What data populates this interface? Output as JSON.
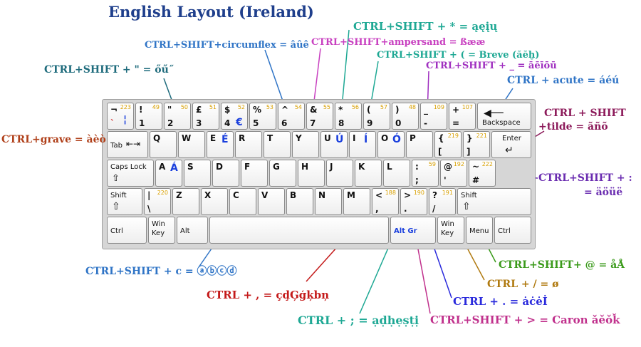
{
  "title": "English Layout (Ireland)",
  "annotations": {
    "star": "CTRL+SHIFT + * = ąęįų",
    "circumflex": "CTRL+SHIFT+circumflex = âûê",
    "ampersand": "CTRL+SHIFT+ampersand = ßææ",
    "breve": "CTRL+SHIFT + ( = Breve (ăĕḫ)",
    "dblquote": "CTRL+SHIFT + \" = őű˝",
    "macron": "CTRL+SHIFT + _ = āēīōū",
    "acute": "CTRL + acute = áéú",
    "tilde_l1": "CTRL + SHIFT",
    "tilde_l2": "+tilde = ãñõ",
    "grave": "CTRL+grave = àèò",
    "colon_l1": "CTRL+SHIFT + :",
    "colon_l2": "= äöüë",
    "c_circled": "CTRL+SHIFT + c = ⓐⓑⓒⓓ",
    "at": "CTRL+SHIFT+ @ = åÅ",
    "slash": "CTRL + / = ø",
    "comma": "CTRL + , = çḑĢģķbņ",
    "period": "CTRL + . = ȧċėİ",
    "semicolon": "CTRL + ; = ạḍḥẹṣṭị",
    "caron": "CTRL+SHIFT + > = Caron ǎěǒǩ"
  },
  "keys": {
    "row1": [
      {
        "u": "¬",
        "l": "`",
        "n": "223",
        "ag": "¦"
      },
      {
        "u": "!",
        "l": "1",
        "n": "49"
      },
      {
        "u": "\"",
        "l": "2",
        "n": "50"
      },
      {
        "u": "£",
        "l": "3",
        "n": "51"
      },
      {
        "u": "$",
        "l": "4",
        "n": "52",
        "agl": "€"
      },
      {
        "u": "%",
        "l": "5",
        "n": "53"
      },
      {
        "u": "^",
        "l": "6",
        "n": "54"
      },
      {
        "u": "&",
        "l": "7",
        "n": "55"
      },
      {
        "u": "*",
        "l": "8",
        "n": "56"
      },
      {
        "u": "(",
        "l": "9",
        "n": "57"
      },
      {
        "u": ")",
        "l": "0",
        "n": "48"
      },
      {
        "u": "_",
        "l": "-",
        "n": "109"
      },
      {
        "u": "+",
        "l": "=",
        "n": "107"
      }
    ],
    "backspace": "Backspace",
    "tab": "Tab",
    "row2": [
      {
        "u": "Q"
      },
      {
        "u": "W"
      },
      {
        "u": "E",
        "ag": "É"
      },
      {
        "u": "R"
      },
      {
        "u": "T"
      },
      {
        "u": "Y"
      },
      {
        "u": "U",
        "ag": "Ú"
      },
      {
        "u": "I",
        "ag": "Í"
      },
      {
        "u": "O",
        "ag": "Ó"
      },
      {
        "u": "P"
      },
      {
        "u": "{",
        "l": "[",
        "n": "219"
      },
      {
        "u": "}",
        "l": "]",
        "n": "221"
      }
    ],
    "enter": "Enter",
    "capslock": "Caps Lock",
    "row3": [
      {
        "u": "A",
        "ag": "Á"
      },
      {
        "u": "S"
      },
      {
        "u": "D"
      },
      {
        "u": "F"
      },
      {
        "u": "G"
      },
      {
        "u": "H"
      },
      {
        "u": "J"
      },
      {
        "u": "K"
      },
      {
        "u": "L"
      },
      {
        "u": ":",
        "l": ";",
        "n": "59"
      },
      {
        "u": "@",
        "l": "'",
        "n": "192"
      },
      {
        "u": "~",
        "l": "#",
        "n": "222"
      }
    ],
    "shift": "Shift",
    "row4": [
      {
        "u": "|",
        "l": "\\",
        "n": "220"
      },
      {
        "u": "Z"
      },
      {
        "u": "X"
      },
      {
        "u": "C"
      },
      {
        "u": "V"
      },
      {
        "u": "B"
      },
      {
        "u": "N"
      },
      {
        "u": "M"
      },
      {
        "u": "<",
        "l": ",",
        "n": "188"
      },
      {
        "u": ">",
        "l": ".",
        "n": "190"
      },
      {
        "u": "?",
        "l": "/",
        "n": "191"
      }
    ],
    "rshift": "Shift",
    "ctrl": "Ctrl",
    "win1": "Win",
    "win2": "Key",
    "alt": "Alt",
    "altgr": "Alt Gr",
    "rwin1": "Win",
    "rwin2": "Key",
    "menu": "Menu",
    "rctrl": "Ctrl"
  },
  "colors": {
    "title": "#1f3f8c",
    "teal": "#1ea894",
    "blue": "#2f74c6",
    "magenta": "#c840c0",
    "darkteal": "#1e6b7c",
    "purple": "#a030c0",
    "brown": "#b0401a",
    "maroon": "#8c1a5a",
    "violet": "#6a2cb0",
    "green": "#3a9a1a",
    "orange": "#b07a10",
    "red": "#c41a1a",
    "royal": "#2a2adc",
    "rose": "#c0308c"
  }
}
